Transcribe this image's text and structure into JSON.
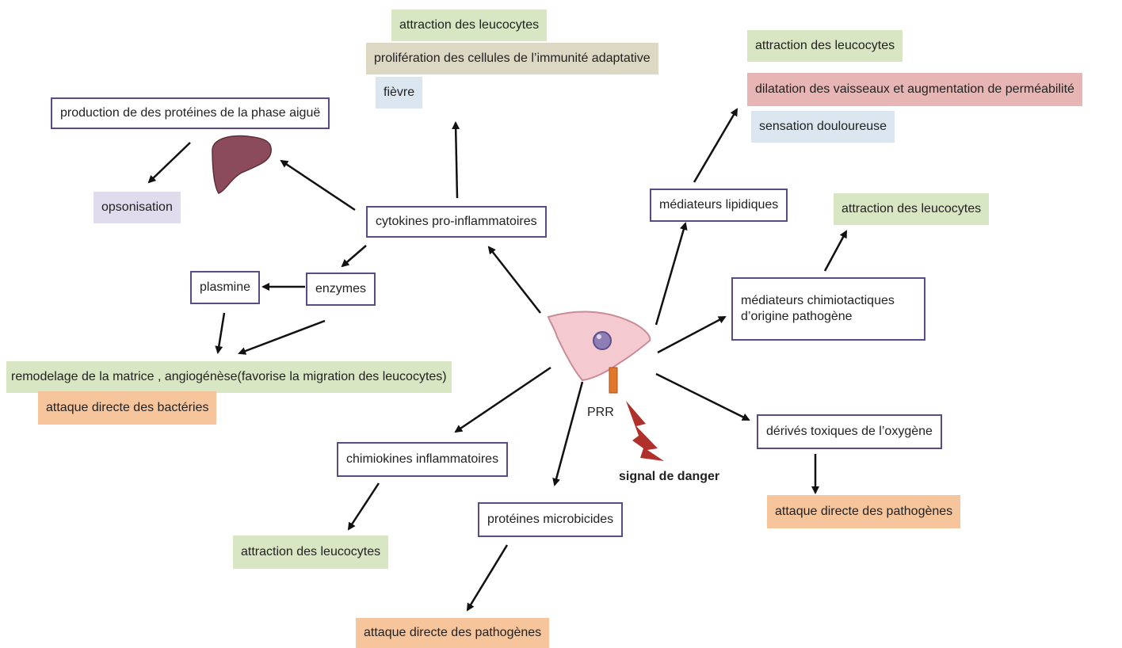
{
  "nodes": {
    "cytokines": "cytokines pro-inflammatoires",
    "production_proteines": "production de des protéines de la phase aiguë",
    "opsonisation": "opsonisation",
    "enzymes": "enzymes",
    "plasmine": "plasmine",
    "remodelage": "remodelage de la matrice , angiogénèse(favorise la migration des leucocytes)",
    "attaque_bacteries": "attaque directe des bactéries",
    "cyto_attraction": "attraction des leucocytes",
    "cyto_proliferation": "prolifération des cellules de l’immunité adaptative",
    "cyto_fievre": "fièvre",
    "mediateurs_lipidiques": "médiateurs lipidiques",
    "lip_attraction": "attraction des leucocytes",
    "lip_dilatation": "dilatation des vaisseaux et augmentation de perméabilité",
    "lip_sensation": "sensation douloureuse",
    "chimio_attraction": "attraction des leucocytes",
    "mediateurs_chimiotactiques_line1": "médiateurs chimiotactiques",
    "mediateurs_chimiotactiques_line2": "d’origine pathogène",
    "derives_toxiques": "dérivés toxiques de l’oxygène",
    "attaque_pathogenes_right": "attaque directe des pathogènes",
    "chimiokines": "chimiokines inflammatoires",
    "chimiokines_attraction": "attraction des leucocytes",
    "proteines_microbicides": "protéines microbicides",
    "attaque_pathogenes_bottom": "attaque directe des pathogènes",
    "prr": "PRR",
    "signal_danger": "signal de danger"
  },
  "colors": {
    "box_border": "#5a4a86",
    "green": "#d9e6c3",
    "tan": "#ddd8c3",
    "blue": "#dce6f0",
    "lavender": "#e0dced",
    "pink": "#e7b6b4",
    "orange": "#f6c59c",
    "cell": "#f4c9cf",
    "liver": "#8b4b5a",
    "lightning": "#b0302c",
    "receptor": "#e2772c"
  }
}
